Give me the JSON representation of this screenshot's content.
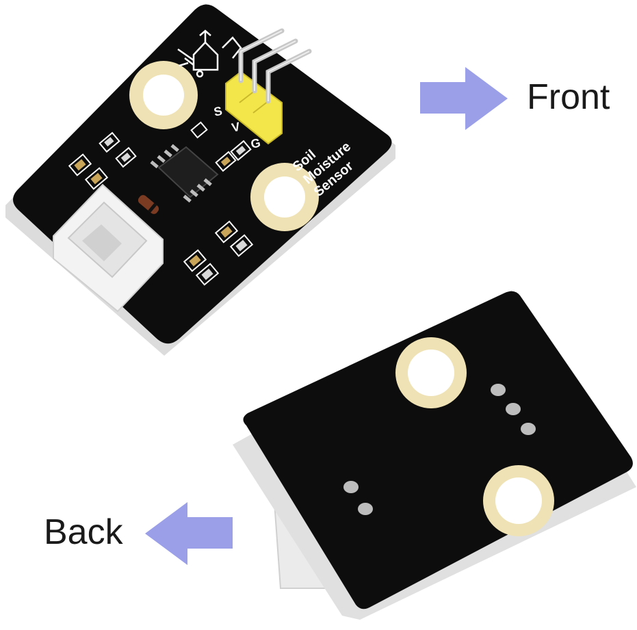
{
  "captions": {
    "front": "Front",
    "back": "Back"
  },
  "front_board": {
    "silkscreen_title": [
      "Soil",
      "Moisture",
      "Sensor"
    ],
    "pin_labels": [
      "S",
      "V",
      "G"
    ]
  },
  "colors": {
    "arrow": "#9a9fe8",
    "pcb": "#0d0d0d",
    "pad_ring": "#efe2b4",
    "header": "#f2e64a",
    "connector": "#f3f3f3"
  },
  "icons": {
    "front_arrow": "arrow-right-icon",
    "back_arrow": "arrow-left-icon",
    "board_logo": "plant-pot-logo"
  }
}
